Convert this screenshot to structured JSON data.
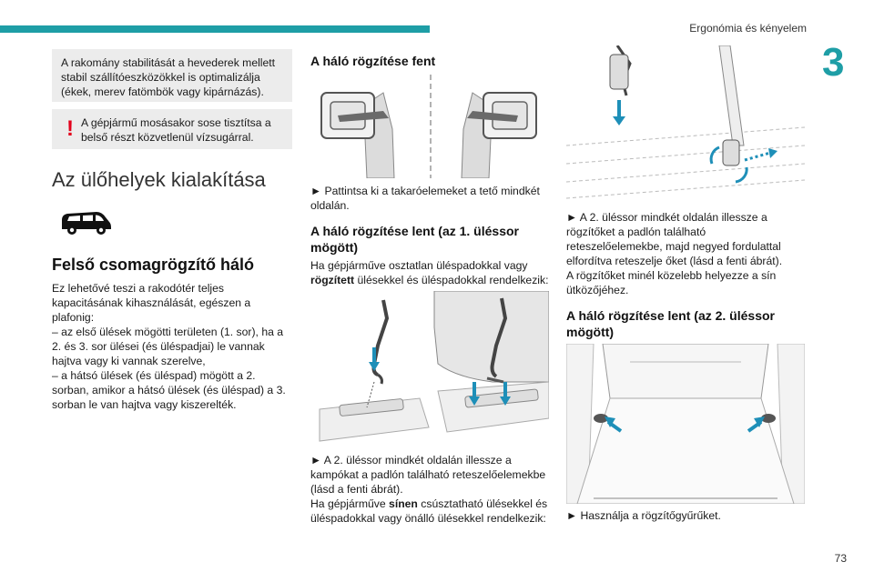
{
  "header": {
    "section_title": "Ergonómia és kényelem",
    "chapter_number": "3",
    "page_number": "73"
  },
  "col1": {
    "info_box": "A rakomány stabilitását a hevederek mellett stabil szállítóeszközökkel is optimalizálja (ékek, merev fatömbök vagy kipárnázás).",
    "warning_mark": "!",
    "warning_box": "A gépjármű mosásakor sose tisztítsa a belső részt közvetlenül vízsugárral.",
    "section_heading": "Az ülőhelyek kialakítása",
    "net_heading": "Felső csomagrögzítő háló",
    "net_text_1": "Ez lehetővé teszi a rakodótér teljes kapacitásának kihasználását, egészen a plafonig:",
    "net_text_2": "– az első ülések mögötti területen (1. sor), ha a 2. és 3. sor ülései (és üléspadjai) le vannak hajtva vagy ki vannak szerelve,",
    "net_text_3": "– a hátsó ülések (és üléspad) mögött a 2. sorban, amikor a hátsó ülések (és üléspad) a 3. sorban le van hajtva vagy kiszerelték."
  },
  "col2": {
    "h_top": "A háló rögzítése fent",
    "top_text": "► Pattintsa ki a takaróelemeket a tető mindkét oldalán.",
    "h_bottom1": "A háló rögzítése lent (az 1. üléssor mögött)",
    "bottom1_pre": "Ha gépjárműve osztatlan üléspadokkal vagy ",
    "bottom1_bold": "rögzített",
    "bottom1_post": " ülésekkel és üléspadokkal rendelkezik:",
    "hooks_text_1": "► A 2. üléssor mindkét oldalán illessze a kampókat a padlón található reteszelőelemekbe (lásd a fenti ábrát).",
    "rails_pre": "Ha gépjárműve ",
    "rails_bold": "sínen",
    "rails_post": " csúsztatható ülésekkel és üléspadokkal vagy önálló ülésekkel rendelkezik:"
  },
  "col3": {
    "anchors_text_1": "► A 2. üléssor mindkét oldalán illessze a rögzítőket a padlón található reteszelőelemekbe, majd negyed fordulattal elfordítva reteszelje őket (lásd a fenti ábrát).",
    "anchors_text_2": "A rögzítőket minél közelebb helyezze a sín ütközőjéhez.",
    "h_bottom2": "A háló rögzítése lent (az 2. üléssor mögött)",
    "rings_text": "► Használja a rögzítőgyűrűket."
  },
  "colors": {
    "accent": "#1e9ea6",
    "warning": "#e3001b",
    "box": "#ececec",
    "arrow": "#1e8fb8"
  }
}
